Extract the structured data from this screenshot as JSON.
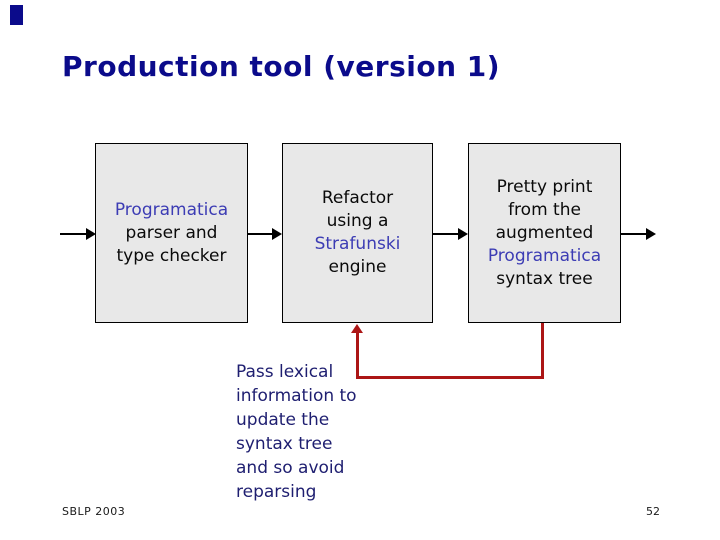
{
  "slide": {
    "title": "Production tool (version 1)",
    "footer": "SBLP 2003",
    "page_number": "52"
  },
  "colors": {
    "title_color": "#0B0B8B",
    "highlight_color": "#3C3CB4",
    "body_text_color": "#1E1E70",
    "feedback_color": "#AC1616",
    "box_fill": "#E8E8E8",
    "box_border": "#000000",
    "arrow_color": "#000000"
  },
  "diagram": {
    "boxes": [
      {
        "name": "programatica-parser",
        "lines": [
          {
            "text": "Programatica",
            "highlight": true
          },
          {
            "text": "parser and",
            "highlight": false
          },
          {
            "text": "type checker",
            "highlight": false
          }
        ]
      },
      {
        "name": "strafunski-refactor",
        "lines": [
          {
            "text": "Refactor",
            "highlight": false
          },
          {
            "text": "using a",
            "highlight": false
          },
          {
            "text": "Strafunski",
            "highlight": true
          },
          {
            "text": "engine",
            "highlight": false
          }
        ]
      },
      {
        "name": "pretty-print",
        "lines": [
          {
            "text": "Pretty print",
            "highlight": false
          },
          {
            "text": "from the",
            "highlight": false
          },
          {
            "text": "augmented",
            "highlight": false
          },
          {
            "text": "Programatica",
            "highlight": true
          },
          {
            "text": "syntax tree",
            "highlight": false
          }
        ]
      }
    ],
    "annotation_lines": [
      "Pass lexical",
      "information to",
      "update the",
      "syntax tree",
      "and so avoid",
      "reparsing"
    ]
  }
}
